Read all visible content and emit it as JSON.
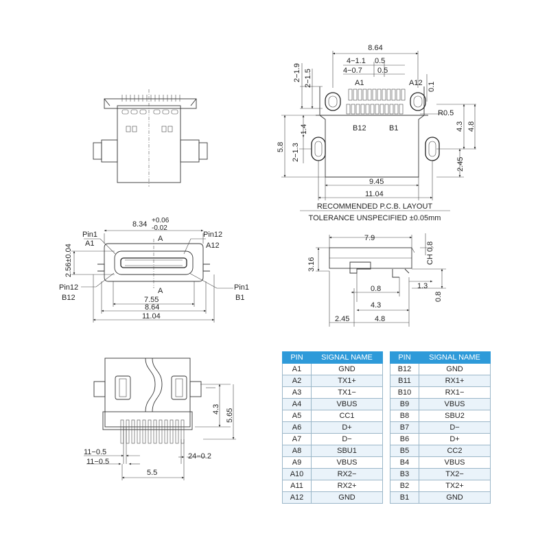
{
  "top_right": {
    "dims": {
      "d864": "8.64",
      "d41_1": "4−1.1",
      "d40_7": "4−0.7",
      "d05a": "0.5",
      "d05b": "0.5",
      "d21_9": "2−1.9",
      "d21_5": "2−1.5",
      "d01": "0.1",
      "r05": "R0.5",
      "d14": "1.4",
      "d58": "5.8",
      "d21_3": "2−1.3",
      "d43": "4.3",
      "d48": "4.8",
      "d245": "2.45",
      "d945": "9.45",
      "d1104": "11.04"
    },
    "labels": {
      "a1": "A1",
      "a12": "A12",
      "b12": "B12",
      "b1": "B1"
    },
    "caption": "RECOMMENDED  P.C.B. LAYOUT",
    "tolerance": "TOLERANCE UNSPECIFIED ±0.05mm"
  },
  "front": {
    "dims": {
      "d834": "8.34",
      "tol_plus": "+0.06",
      "tol_minus": "-0.02",
      "d256": "2.56±0.04",
      "d755": "7.55",
      "d864": "8.64",
      "d1104": "11.04"
    },
    "labels": {
      "pin1_tl": "Pin1",
      "a1": "A1",
      "pin12_tr": "Pin12",
      "a12": "A12",
      "pin12_bl": "Pin12",
      "b12": "B12",
      "pin1_br": "Pin1",
      "b1": "B1",
      "section_top": "A",
      "section_bottom": "A"
    }
  },
  "side": {
    "dims": {
      "d79": "7.9",
      "ch08": "CH 0.8",
      "d316": "3.16",
      "d08a": "0.8",
      "d13": "1.3",
      "d08b": "0.8",
      "d43": "4.3",
      "d245": "2.45",
      "d48": "4.8"
    }
  },
  "bottom": {
    "dims": {
      "d43": "4.3",
      "d565": "5.65",
      "d110_5a": "11−0.5",
      "d110_5b": "11−0.5",
      "d24_02": "24−0.2",
      "d55": "5.5"
    }
  },
  "pin_table_a": {
    "headers": [
      "PIN",
      "SIGNAL NAME"
    ],
    "rows": [
      [
        "A1",
        "GND"
      ],
      [
        "A2",
        "TX1+"
      ],
      [
        "A3",
        "TX1−"
      ],
      [
        "A4",
        "VBUS"
      ],
      [
        "A5",
        "CC1"
      ],
      [
        "A6",
        "D+"
      ],
      [
        "A7",
        "D−"
      ],
      [
        "A8",
        "SBU1"
      ],
      [
        "A9",
        "VBUS"
      ],
      [
        "A10",
        "RX2−"
      ],
      [
        "A11",
        "RX2+"
      ],
      [
        "A12",
        "GND"
      ]
    ]
  },
  "pin_table_b": {
    "headers": [
      "PIN",
      "SIGNAL NAME"
    ],
    "rows": [
      [
        "B12",
        "GND"
      ],
      [
        "B11",
        "RX1+"
      ],
      [
        "B10",
        "RX1−"
      ],
      [
        "B9",
        "VBUS"
      ],
      [
        "B8",
        "SBU2"
      ],
      [
        "B7",
        "D−"
      ],
      [
        "B6",
        "D+"
      ],
      [
        "B5",
        "CC2"
      ],
      [
        "B4",
        "VBUS"
      ],
      [
        "B3",
        "TX2−"
      ],
      [
        "B2",
        "TX2+"
      ],
      [
        "B1",
        "GND"
      ]
    ]
  },
  "colors": {
    "table_header": "#2e9ad9",
    "table_stripe": "#eaf3fa",
    "line": "#333333"
  }
}
